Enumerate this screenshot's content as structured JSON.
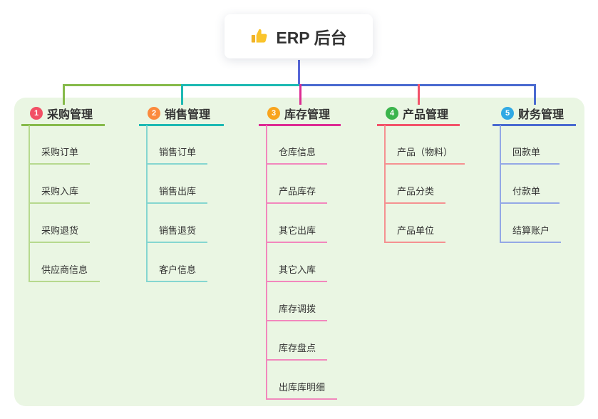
{
  "root": {
    "label": "ERP 后台",
    "icon": "thumbs-up-icon"
  },
  "colors": {
    "canvas_bg": "#ffffff",
    "container_bg": "#eaf6e3",
    "root_connector": "#5767d8",
    "text": "#333333"
  },
  "branches": [
    {
      "number": "1",
      "label": "采购管理",
      "colors": {
        "badge": "#f25065",
        "line": "#86ba4a",
        "child_line": "#b6d98e"
      },
      "children": [
        "采购订单",
        "采购入库",
        "采购退货",
        "供应商信息"
      ]
    },
    {
      "number": "2",
      "label": "销售管理",
      "colors": {
        "badge": "#fb8a3d",
        "line": "#1db9b3",
        "child_line": "#85d6d0"
      },
      "children": [
        "销售订单",
        "销售出库",
        "销售退货",
        "客户信息"
      ]
    },
    {
      "number": "3",
      "label": "库存管理",
      "colors": {
        "badge": "#f8a41d",
        "line": "#dd2b93",
        "child_line": "#f287bd"
      },
      "children": [
        "仓库信息",
        "产品库存",
        "其它出库",
        "其它入库",
        "库存调拨",
        "库存盘点",
        "出库库明细"
      ]
    },
    {
      "number": "4",
      "label": "产品管理",
      "colors": {
        "badge": "#3bb44c",
        "line": "#f2536a",
        "child_line": "#f59191"
      },
      "children": [
        "产品（物料）",
        "产品分类",
        "产品单位"
      ]
    },
    {
      "number": "5",
      "label": "财务管理",
      "colors": {
        "badge": "#31a9e4",
        "line": "#4a6ad0",
        "child_line": "#94a8e6"
      },
      "children": [
        "回款单",
        "付款单",
        "结算账户"
      ]
    }
  ]
}
